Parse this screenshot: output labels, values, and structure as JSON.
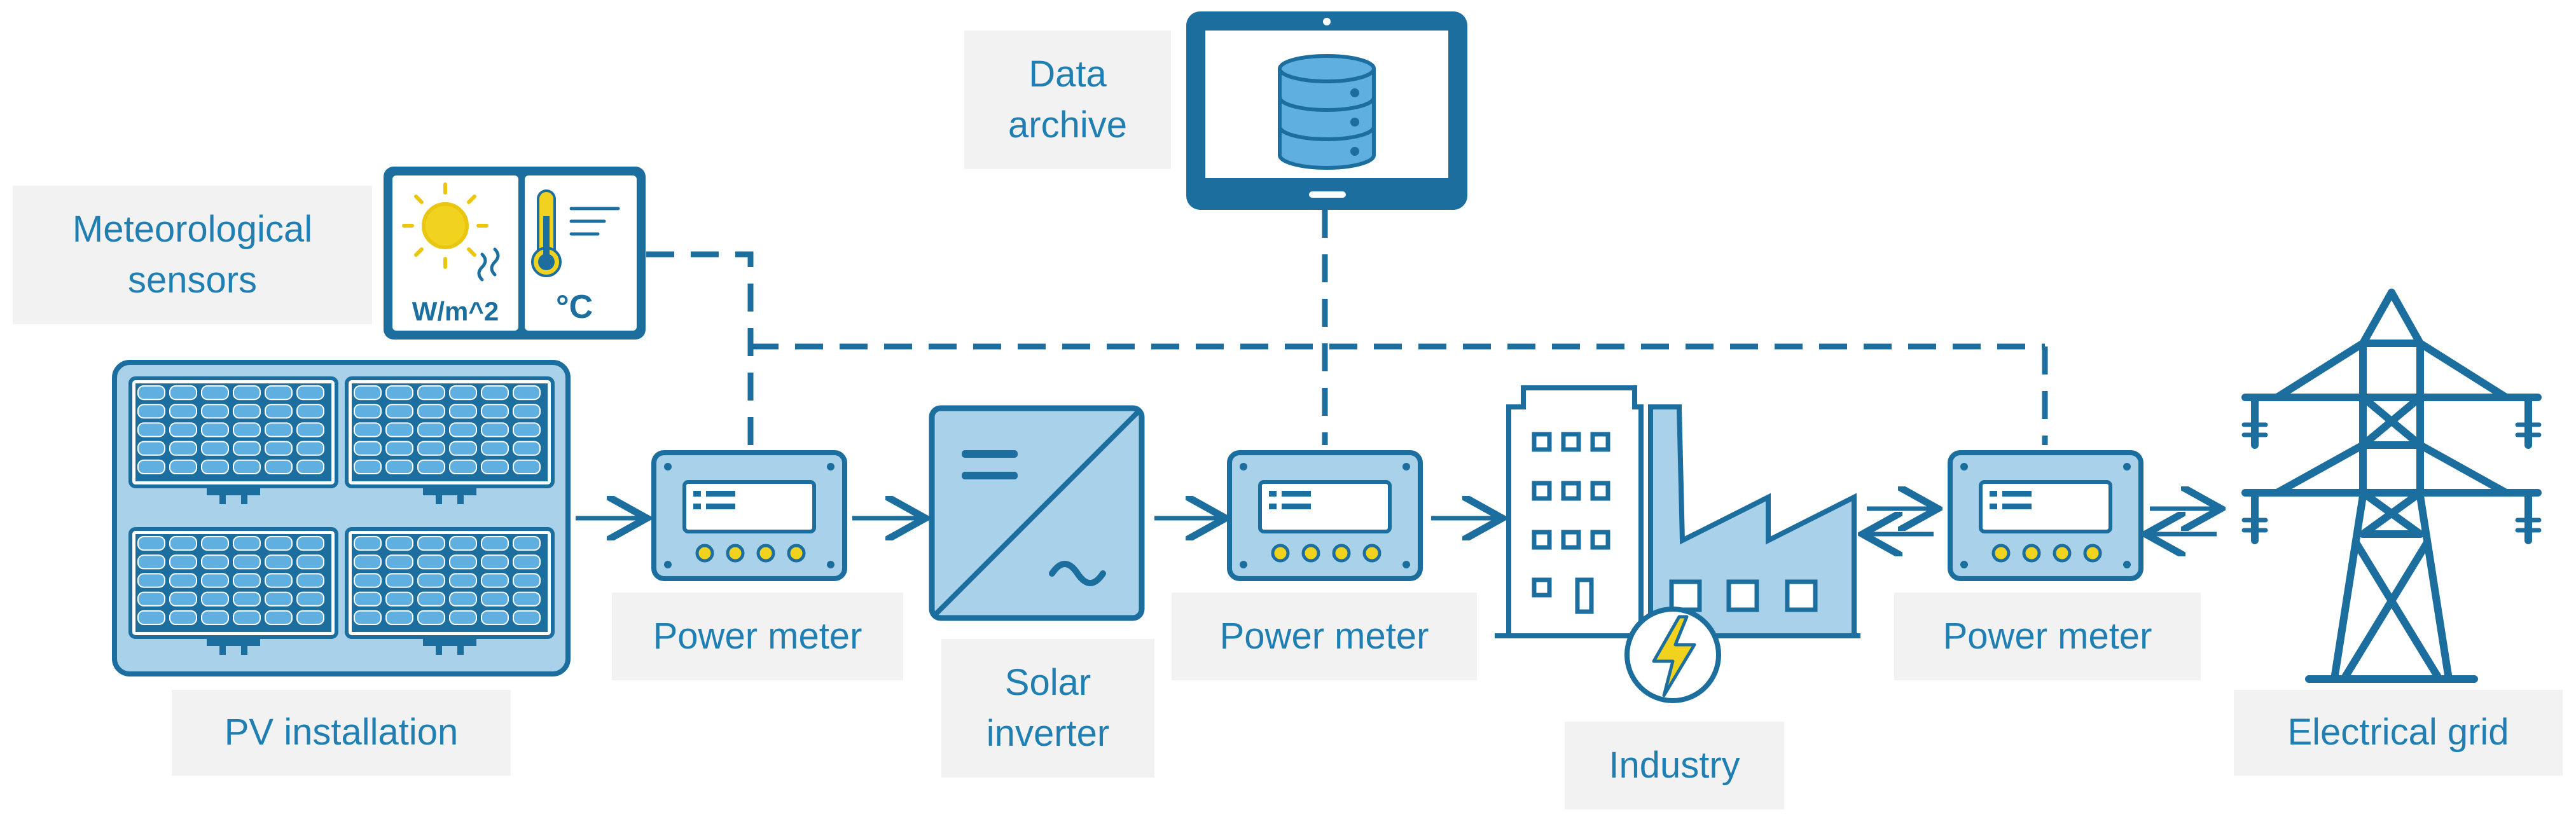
{
  "labels": {
    "data_archive": [
      "Data",
      "archive"
    ],
    "meteorological_sensors": [
      "Meteorological",
      "sensors"
    ],
    "pv_installation": "PV installation",
    "power_meter_1": "Power meter",
    "solar_inverter": [
      "Solar",
      "inverter"
    ],
    "power_meter_2": "Power meter",
    "industry": "Industry",
    "power_meter_3": "Power meter",
    "electrical_grid": "Electrical grid"
  },
  "sensor_units": {
    "irradiance": "W/m^2",
    "temperature": "°C"
  },
  "icons": [
    "database-icon",
    "tablet-icon",
    "sun-icon",
    "thermometer-icon",
    "solar-panel-icon",
    "power-meter-icon",
    "inverter-icon",
    "building-icon",
    "factory-icon",
    "lightning-icon",
    "transmission-tower-icon"
  ],
  "colors": {
    "line": "#1c6e9e",
    "fill_light": "#a9d2ea",
    "fill_mid": "#5fb0e0",
    "label_text": "#1f7fb3",
    "label_bg": "#f2f2f2",
    "accent_yellow": "#f1d31f"
  }
}
